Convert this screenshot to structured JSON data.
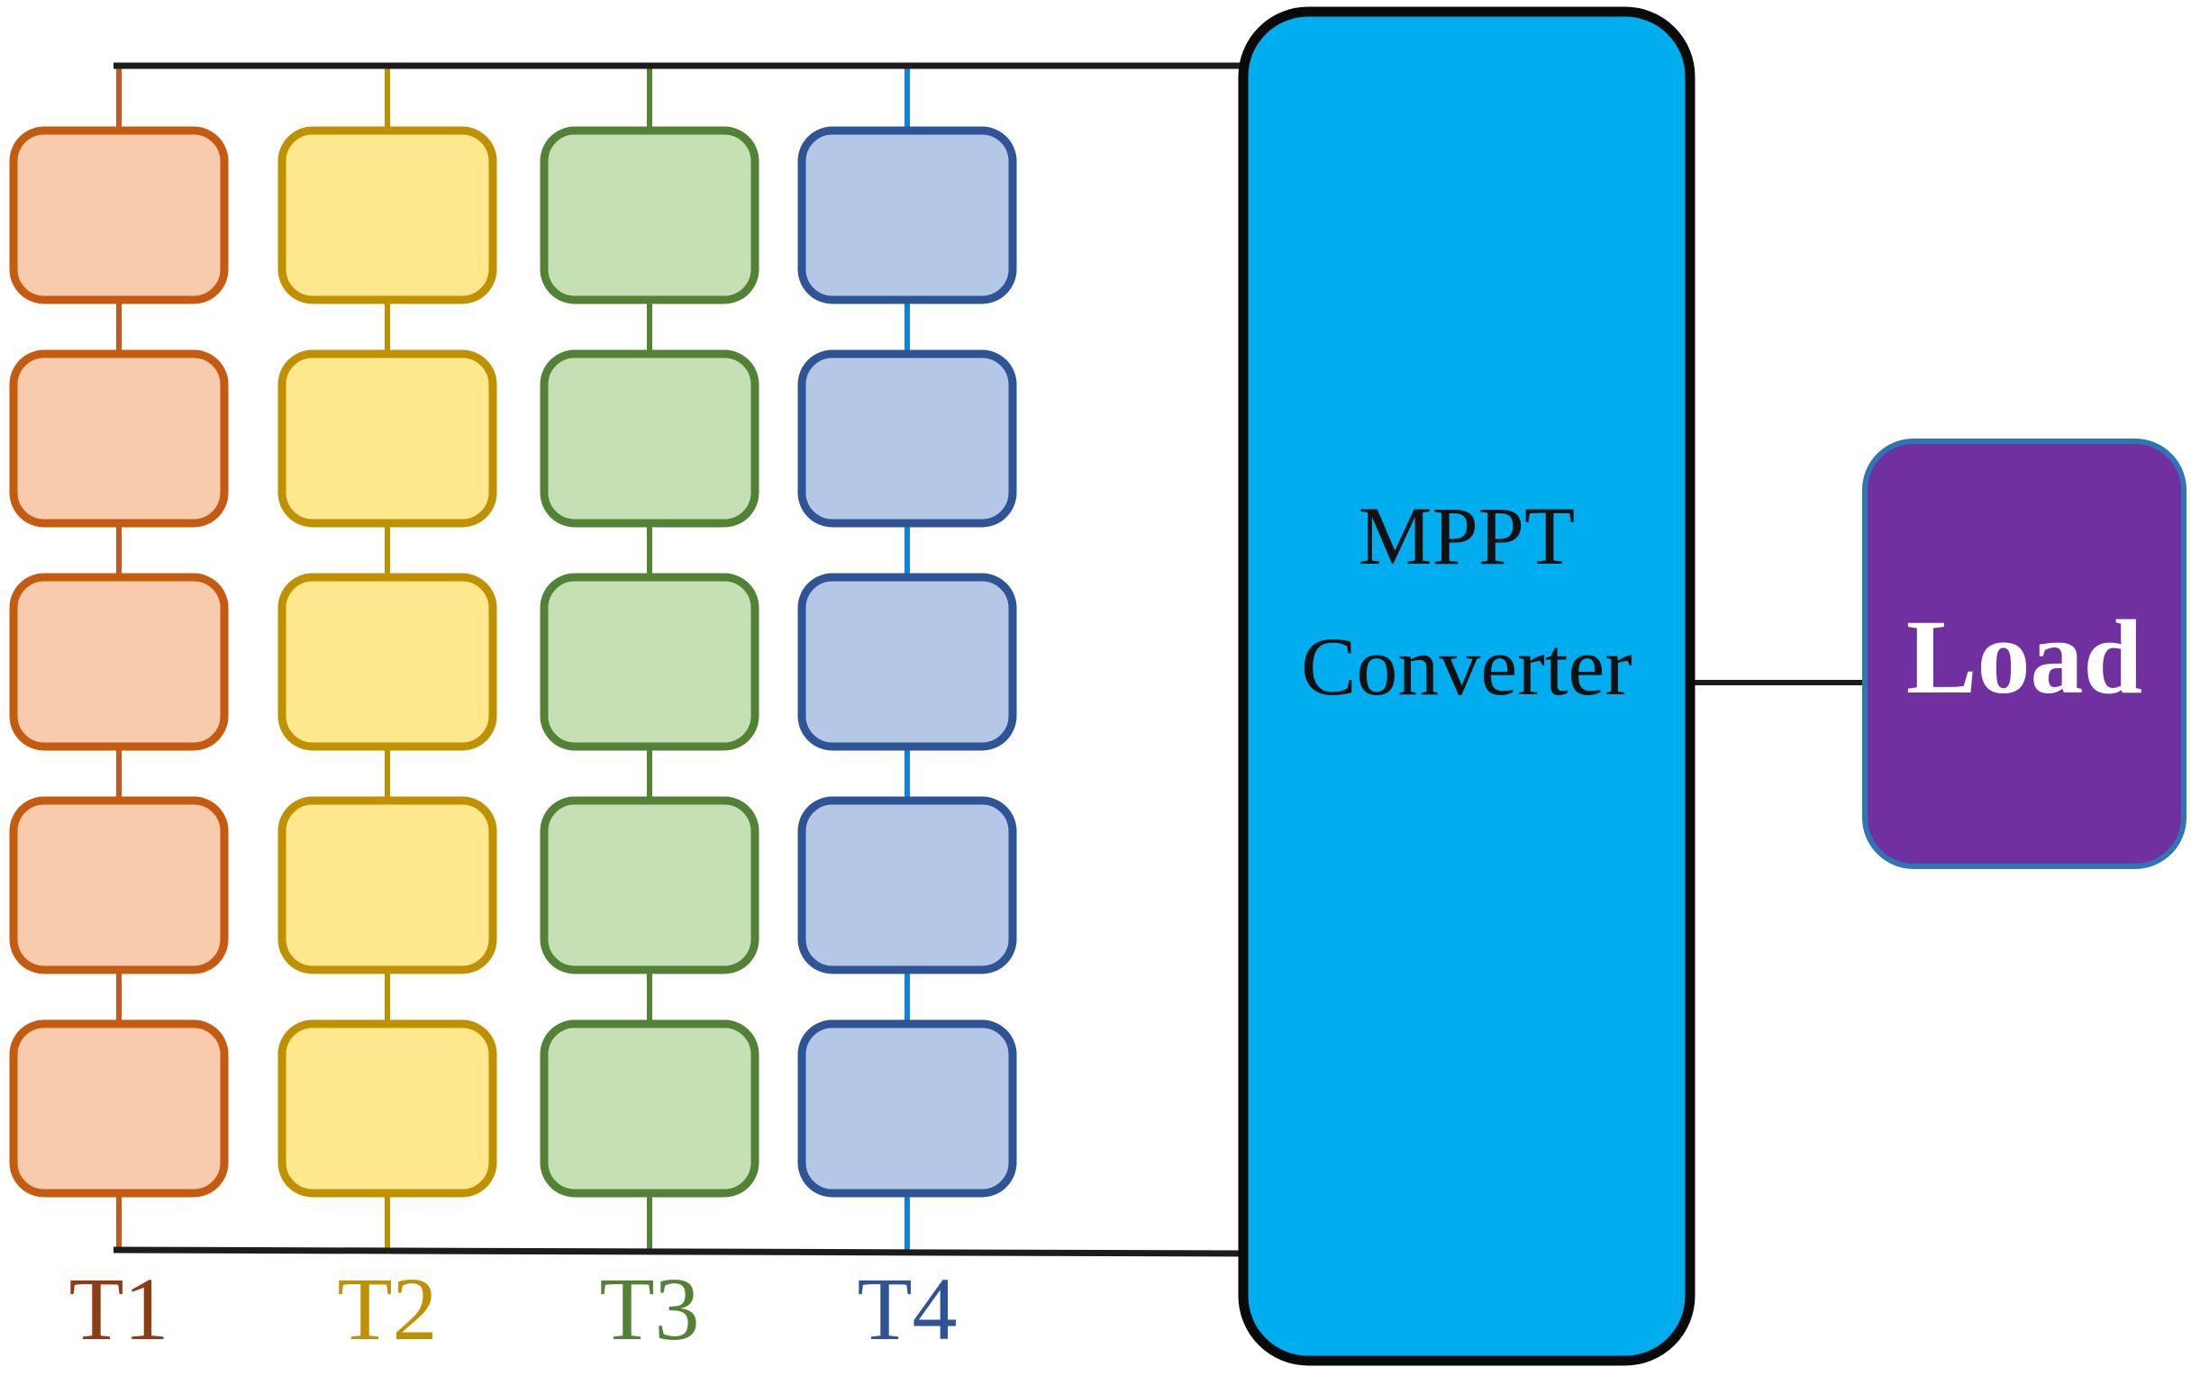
{
  "figure": {
    "type": "block-diagram",
    "description_visible_text_only": true
  },
  "strings": [
    {
      "label": "T1",
      "modules": 5,
      "box_fill": "#F8CBAD",
      "box_stroke": "#C55A11",
      "wire_color": "#C6581B",
      "label_color": "#8C3D16"
    },
    {
      "label": "T2",
      "modules": 5,
      "box_fill": "#FFE78E",
      "box_stroke": "#BF9000",
      "wire_color": "#BF9000",
      "label_color": "#BF9000"
    },
    {
      "label": "T3",
      "modules": 5,
      "box_fill": "#C5E0B4",
      "box_stroke": "#538135",
      "wire_color": "#538135",
      "label_color": "#538135"
    },
    {
      "label": "T4",
      "modules": 5,
      "box_fill": "#B4C7E7",
      "box_stroke": "#2F5496",
      "wire_color": "#1283D2",
      "label_color": "#2F5496"
    }
  ],
  "converter": {
    "label_line1": "MPPT",
    "label_line2": "Converter",
    "fill": "#00AEEF",
    "border_color": "#0A0A0A",
    "text_color": "#111111"
  },
  "load": {
    "label": "Load",
    "fill": "#7030A0",
    "border_color": "#2E75B6",
    "text_color": "#FFFFFF"
  },
  "wires": {
    "bus_color": "#1C1C1C"
  }
}
